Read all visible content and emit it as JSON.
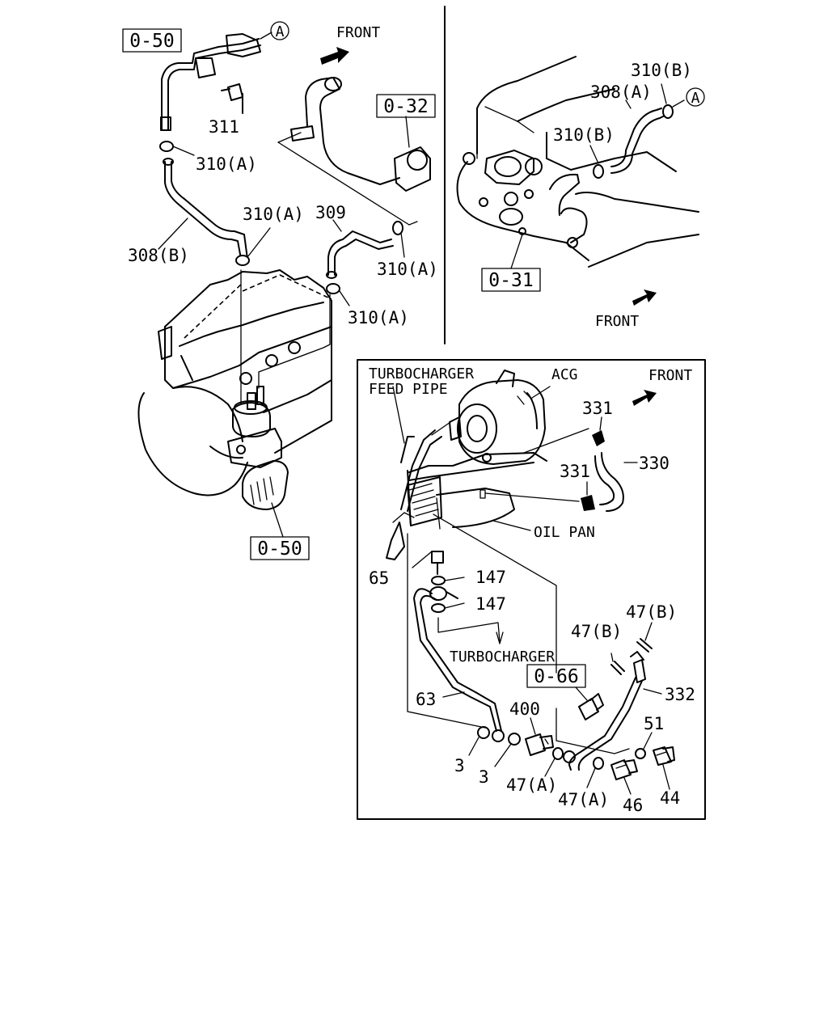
{
  "callouts": {
    "a_top": "A",
    "a_right": "A"
  },
  "refs": {
    "ref_050_top": "0-50",
    "ref_032": "0-32",
    "ref_031": "0-31",
    "ref_050_bottom": "0-50",
    "ref_066": "0-66"
  },
  "labels": {
    "front_top": "FRONT",
    "front_right": "FRONT",
    "front_box": "FRONT",
    "p311": "311",
    "p310a_1": "310(A)",
    "p310a_2": "310(A)",
    "p309": "309",
    "p308b": "308(B)",
    "p310a_3": "310(A)",
    "p310a_4": "310(A)",
    "p310b_1": "310(B)",
    "p308a": "308(A)",
    "p310b_2": "310(B)",
    "turbo_feed_1": "TURBOCHARGER",
    "turbo_feed_2": "FEED PIPE",
    "acg": "ACG",
    "p331_1": "331",
    "p330": "330",
    "p331_2": "331",
    "oil_pan": "OIL PAN",
    "p65": "65",
    "p147_1": "147",
    "p147_2": "147",
    "p47b_1": "47(B)",
    "p47b_2": "47(B)",
    "turbocharger": "TURBOCHARGER",
    "p332": "332",
    "p63": "63",
    "p400": "400",
    "p51": "51",
    "p3_1": "3",
    "p3_2": "3",
    "p47a_1": "47(A)",
    "p47a_2": "47(A)",
    "p46": "46",
    "p44": "44"
  }
}
